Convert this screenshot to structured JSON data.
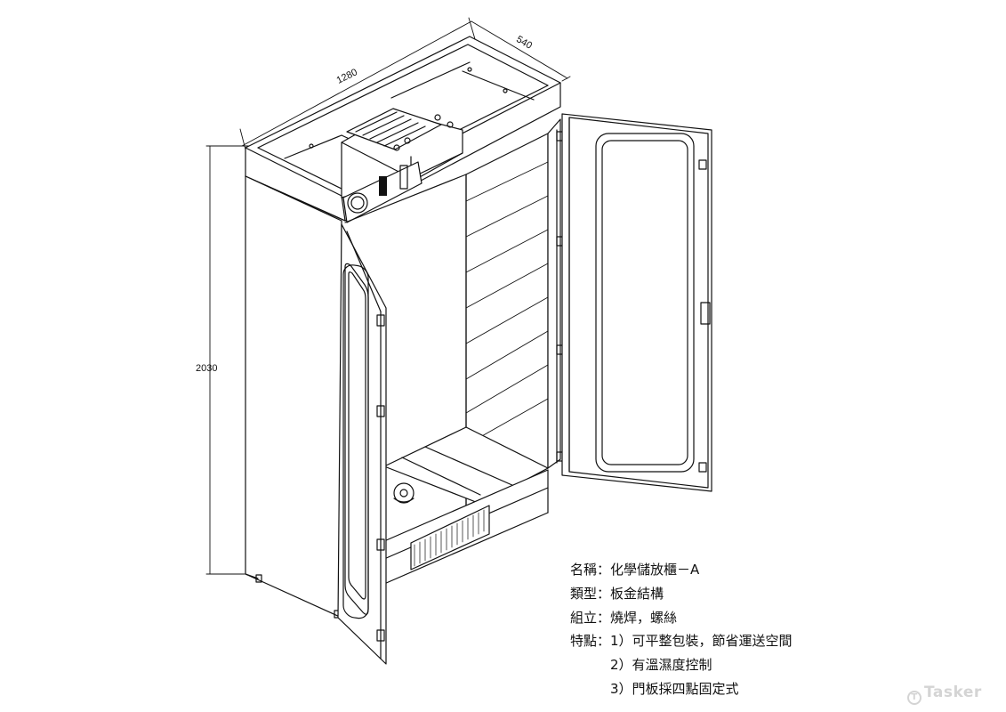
{
  "dimensions": {
    "width": "1280",
    "depth": "540",
    "height": "2030"
  },
  "specs": {
    "name": "名稱：化學儲放櫃－A",
    "type": "類型：板金結構",
    "assembly": "組立：燒焊，螺絲",
    "features_1": "特點：1）可平整包裝，節省運送空間",
    "features_2": "2）有溫濕度控制",
    "features_3": "3）門板採四點固定式"
  },
  "watermark": {
    "text": "Tasker",
    "logo_glyph": "T"
  }
}
